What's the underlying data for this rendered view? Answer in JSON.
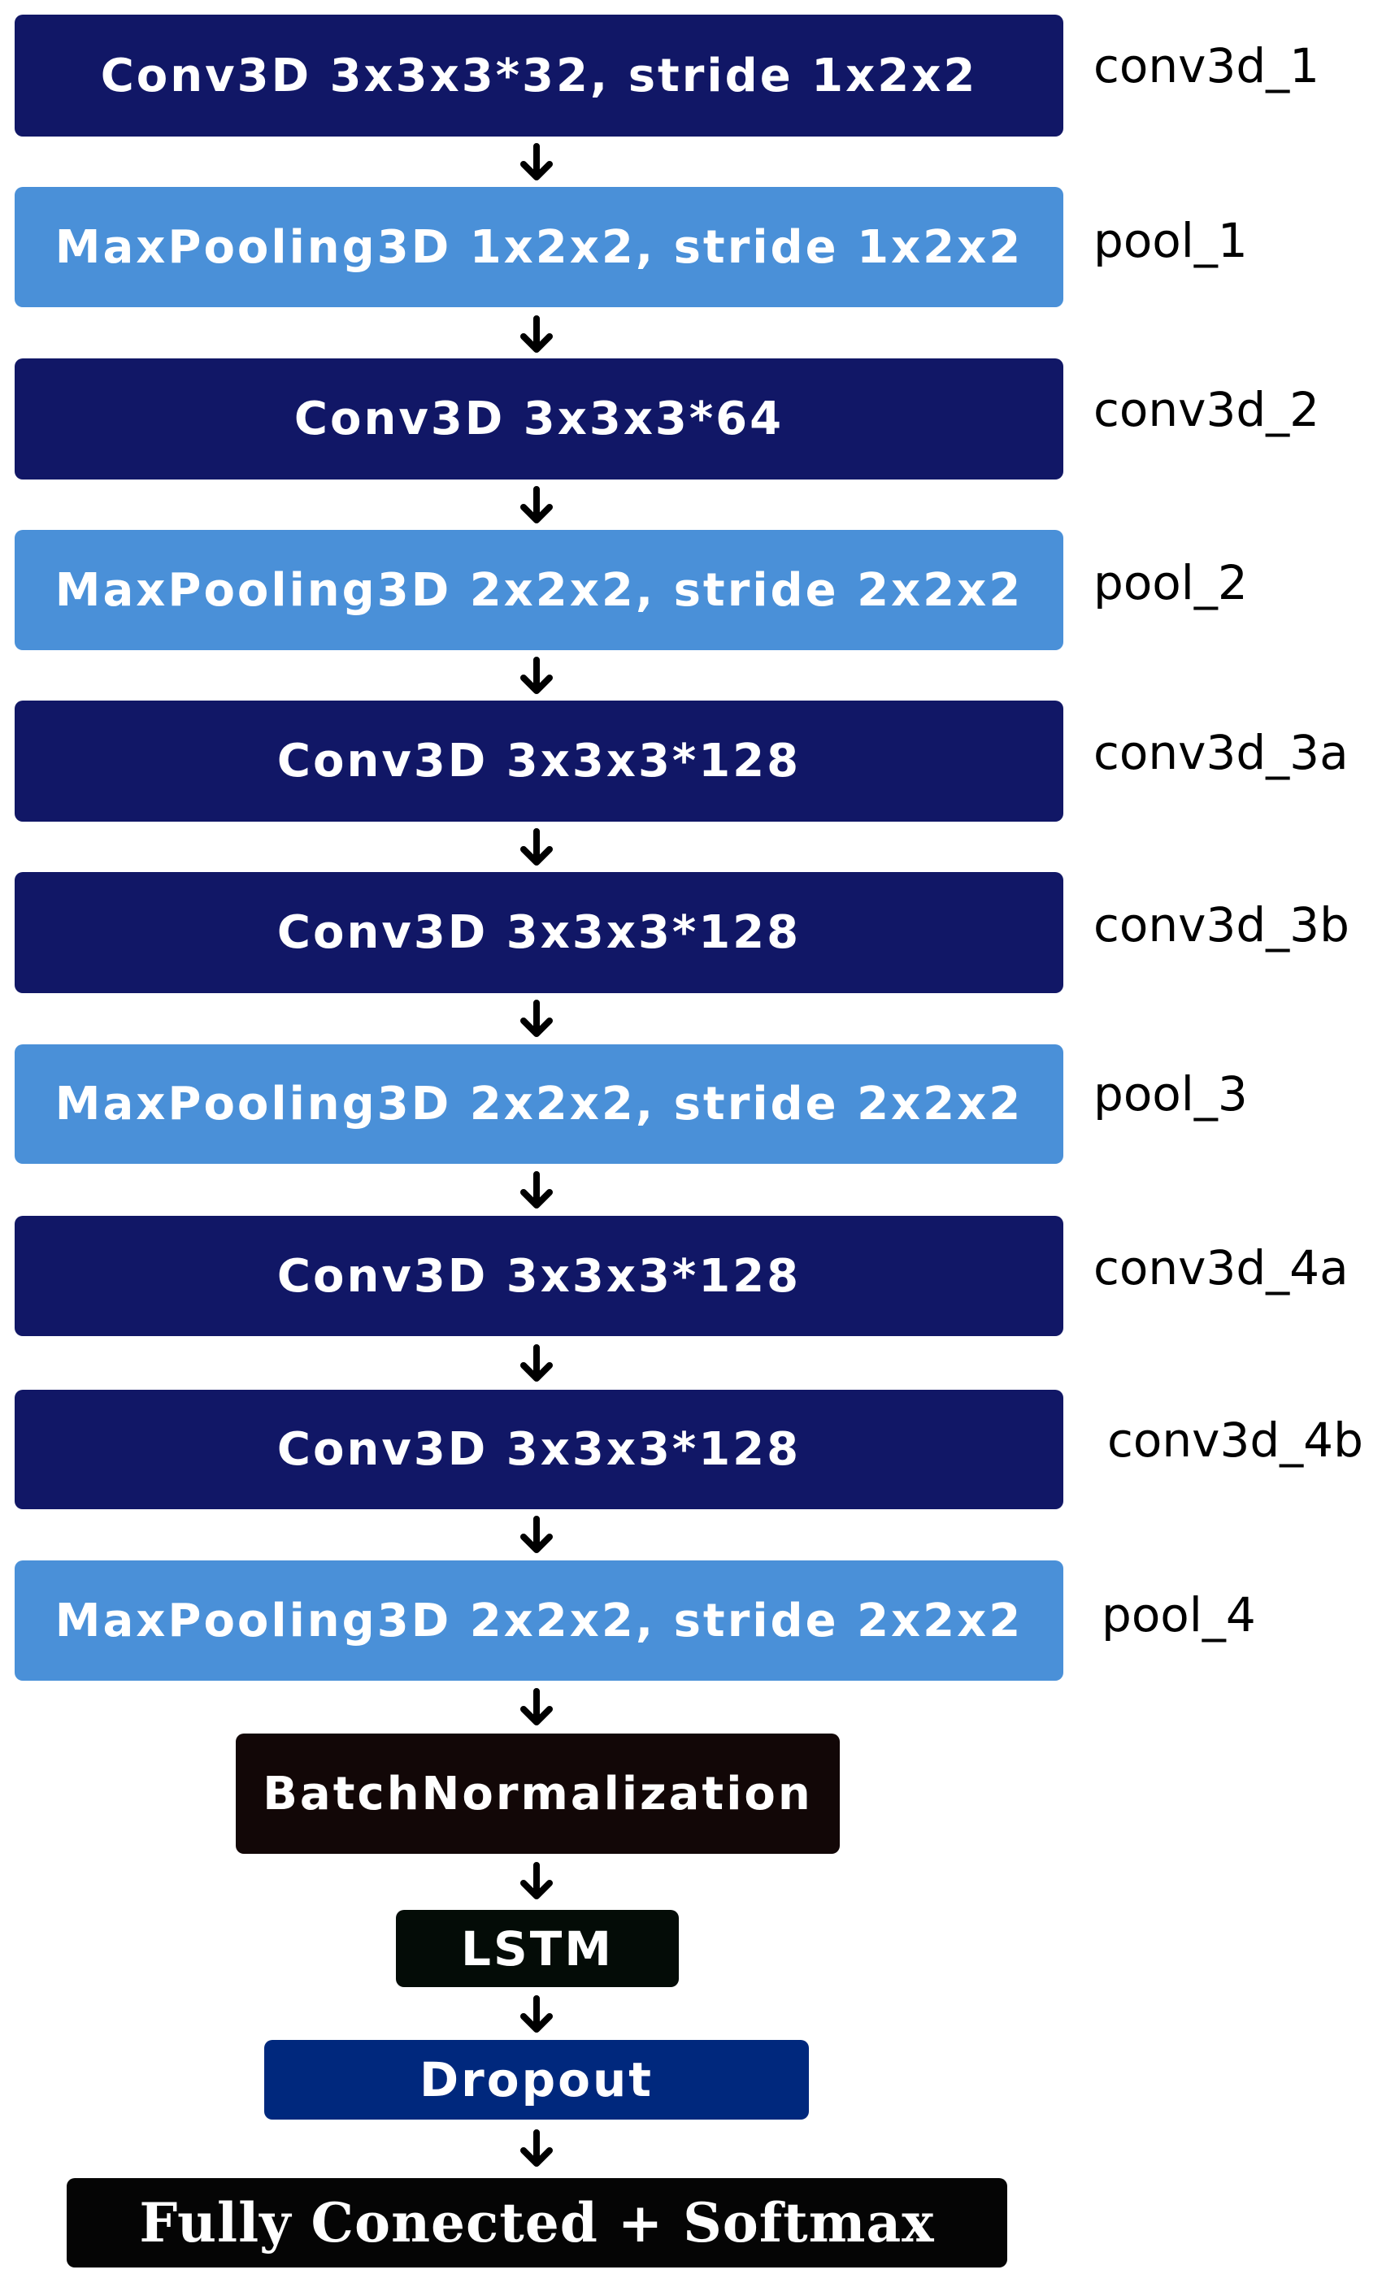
{
  "layers": [
    {
      "text": "Conv3D 3x3x3*32, stride 1x2x2",
      "name": "conv3d_1"
    },
    {
      "text": "MaxPooling3D 1x2x2, stride 1x2x2",
      "name": "pool_1"
    },
    {
      "text": "Conv3D 3x3x3*64",
      "name": "conv3d_2"
    },
    {
      "text": "MaxPooling3D 2x2x2, stride 2x2x2",
      "name": "pool_2"
    },
    {
      "text": "Conv3D 3x3x3*128",
      "name": "conv3d_3a"
    },
    {
      "text": "Conv3D 3x3x3*128",
      "name": "conv3d_3b"
    },
    {
      "text": "MaxPooling3D 2x2x2, stride 2x2x2",
      "name": "pool_3"
    },
    {
      "text": "Conv3D 3x3x3*128",
      "name": "conv3d_4a"
    },
    {
      "text": "Conv3D 3x3x3*128",
      "name": "conv3d_4b"
    },
    {
      "text": "MaxPooling3D 2x2x2, stride 2x2x2",
      "name": "pool_4"
    },
    {
      "text": "BatchNormalization"
    },
    {
      "text": "LSTM"
    },
    {
      "text": "Dropout"
    },
    {
      "text": "Fully Conected + Softmax"
    }
  ],
  "colors": {
    "conv": "#111766",
    "pool": "#4a90d8",
    "batchnorm": "#120707",
    "lstm": "#040c07",
    "dropout": "#00287d",
    "fc": "#050505",
    "arrow": "#000000"
  }
}
